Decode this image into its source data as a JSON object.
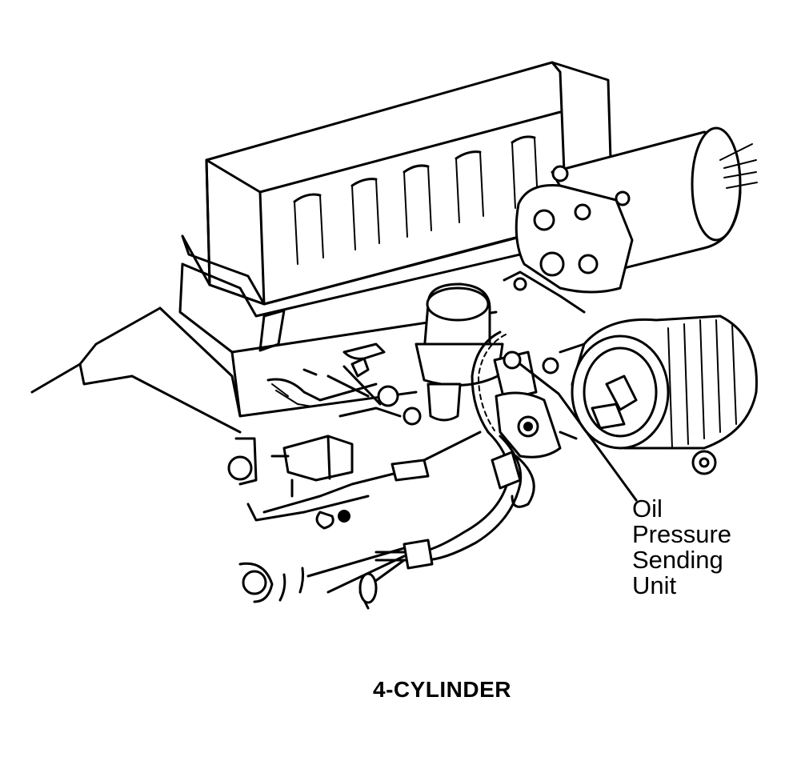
{
  "figure": {
    "callout_lines": [
      "Oil",
      "Pressure",
      "Sending",
      "Unit"
    ],
    "caption": "4-CYLINDER",
    "ink_color": "#000000",
    "paper_color": "#ffffff"
  }
}
